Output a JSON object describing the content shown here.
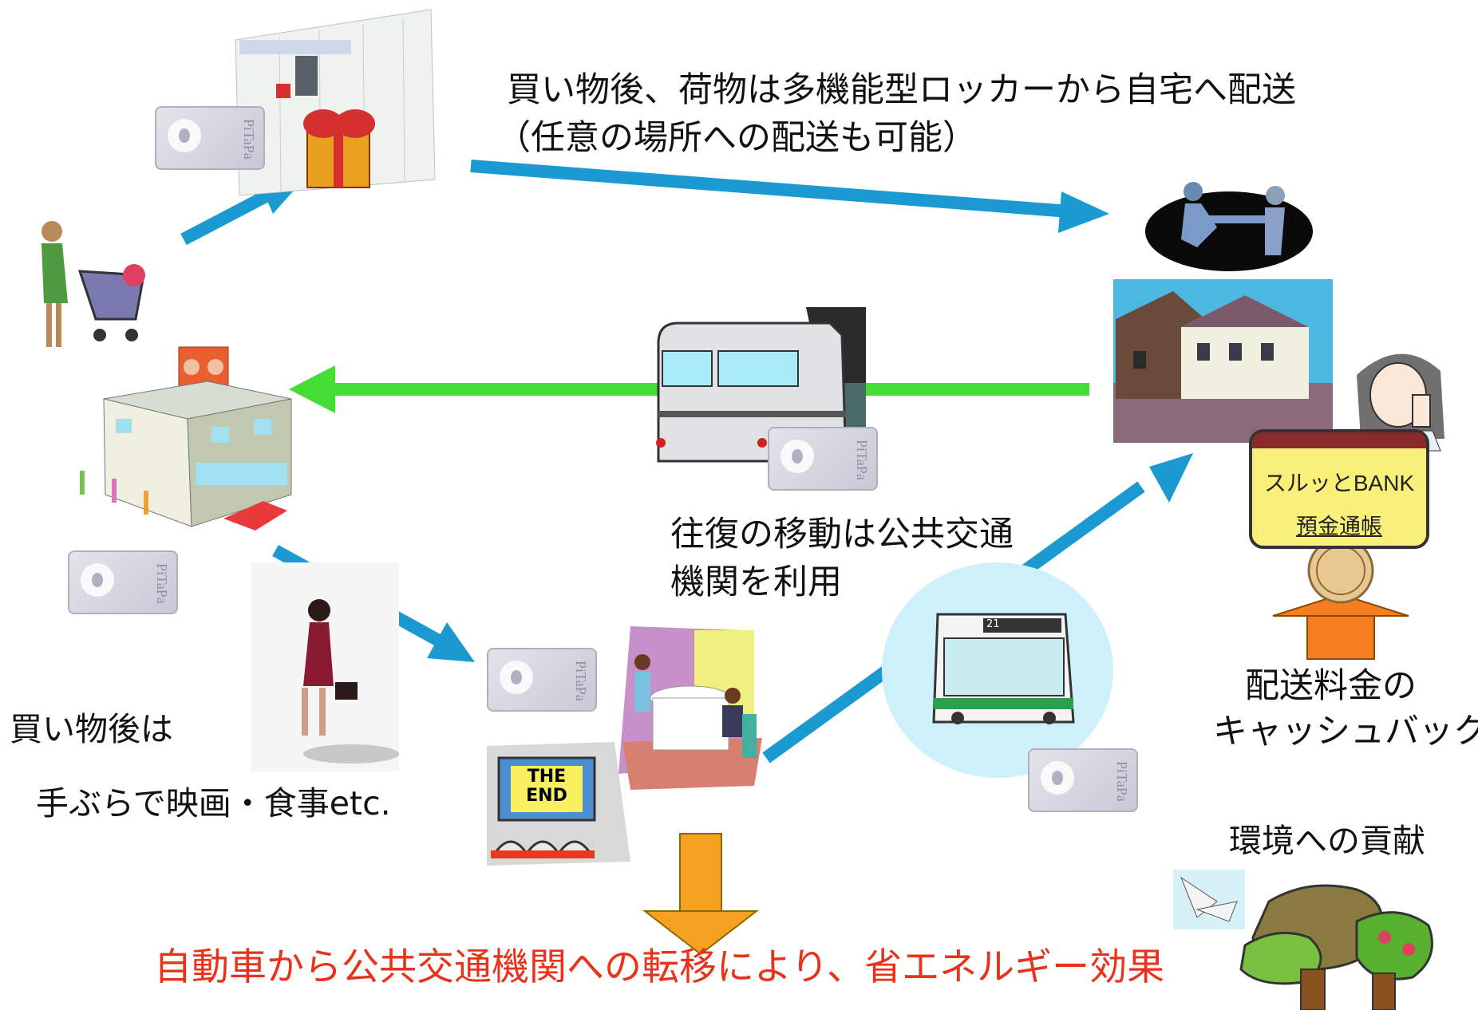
{
  "texts": {
    "delivery_line1": "買い物後、荷物は多機能型ロッカーから自宅へ配送",
    "delivery_line2": "（任意の場所への配送も可能）",
    "commute_line1": "往復の移動は公共交通",
    "commute_line2": "機関を利用",
    "after_shop_line1": "買い物後は",
    "after_shop_line2": "手ぶらで映画・食事etc.",
    "cashback_line1": "配送料金の",
    "cashback_line2": "キャッシュバック",
    "eco_label": "環境への貢献",
    "energy_effect": "自動車から公共交通機関への転移により、省エネルギー効果"
  },
  "bank_card": {
    "name": "スルッとBANK",
    "passbook": "預金通帳"
  },
  "card_brand": "PiTaPa",
  "movie_sign": "THE END",
  "bus_sign": "21",
  "colors": {
    "blue_arrow": "#1a9ad0",
    "green_arrow": "#44dd33",
    "orange_arrow": "#f5a020",
    "energy_text": "#e8321a"
  }
}
